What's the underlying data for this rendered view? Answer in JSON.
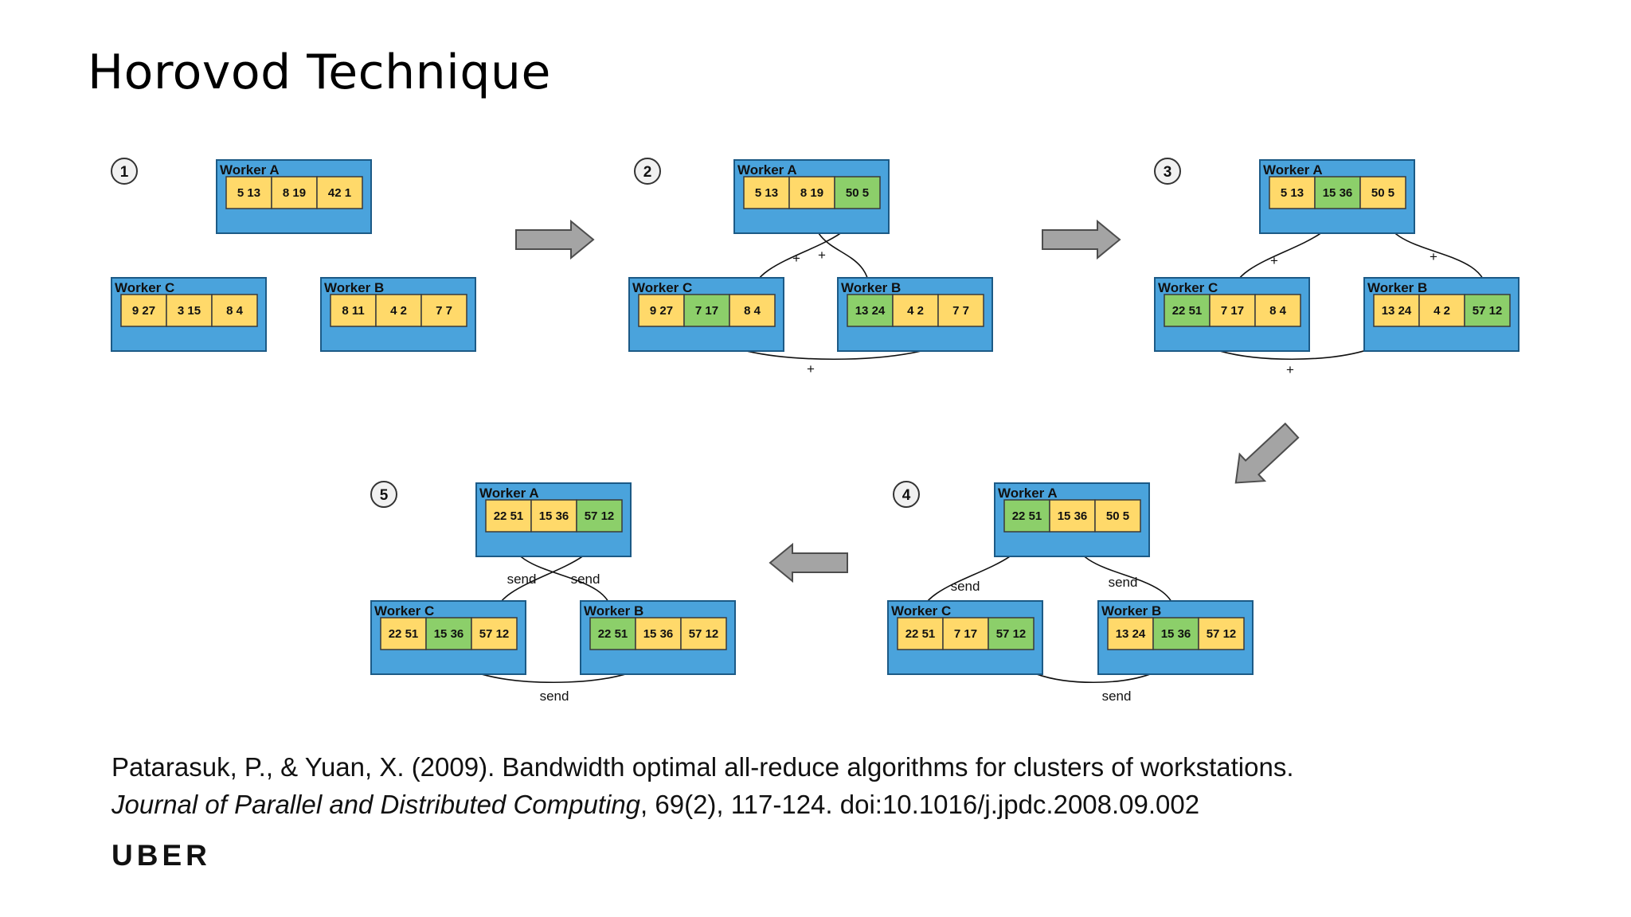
{
  "title": "Horovod Technique",
  "reference": {
    "line1": "Patarasuk, P., & Yuan, X. (2009). Bandwidth optimal all-reduce algorithms for clusters of workstations.",
    "journal": "Journal of Parallel and Distributed Computing",
    "line2_rest": ", 69(2), 117-124. doi:10.1016/j.jpdc.2008.09.002"
  },
  "brand": "UBER",
  "colors": {
    "worker_box": "#4aa3dc",
    "cell_pending": "#ffd96a",
    "cell_reduced": "#8ccf6a"
  },
  "arrow_direction_names": [
    "right-arrow",
    "right-arrow",
    "down-left-arrow",
    "left-arrow"
  ],
  "steps": [
    {
      "number": "1",
      "workers": [
        {
          "name": "Worker A",
          "cells": [
            {
              "text": "5 13",
              "state": "pending"
            },
            {
              "text": "8 19",
              "state": "pending"
            },
            {
              "text": "42 1",
              "state": "pending"
            }
          ]
        },
        {
          "name": "Worker C",
          "cells": [
            {
              "text": "9 27",
              "state": "pending"
            },
            {
              "text": "3 15",
              "state": "pending"
            },
            {
              "text": "8 4",
              "state": "pending"
            }
          ]
        },
        {
          "name": "Worker B",
          "cells": [
            {
              "text": "8 11",
              "state": "pending"
            },
            {
              "text": "4 2",
              "state": "pending"
            },
            {
              "text": "7 7",
              "state": "pending"
            }
          ]
        }
      ],
      "edge_labels": []
    },
    {
      "number": "2",
      "workers": [
        {
          "name": "Worker A",
          "cells": [
            {
              "text": "5 13",
              "state": "pending"
            },
            {
              "text": "8 19",
              "state": "pending"
            },
            {
              "text": "50 5",
              "state": "reduced"
            }
          ]
        },
        {
          "name": "Worker C",
          "cells": [
            {
              "text": "9 27",
              "state": "pending"
            },
            {
              "text": "7 17",
              "state": "reduced"
            },
            {
              "text": "8 4",
              "state": "pending"
            }
          ]
        },
        {
          "name": "Worker B",
          "cells": [
            {
              "text": "13 24",
              "state": "reduced"
            },
            {
              "text": "4 2",
              "state": "pending"
            },
            {
              "text": "7 7",
              "state": "pending"
            }
          ]
        }
      ],
      "edge_labels": [
        "+",
        "+",
        "+"
      ]
    },
    {
      "number": "3",
      "workers": [
        {
          "name": "Worker A",
          "cells": [
            {
              "text": "5 13",
              "state": "pending"
            },
            {
              "text": "15 36",
              "state": "reduced"
            },
            {
              "text": "50 5",
              "state": "pending"
            }
          ]
        },
        {
          "name": "Worker C",
          "cells": [
            {
              "text": "22 51",
              "state": "reduced"
            },
            {
              "text": "7 17",
              "state": "pending"
            },
            {
              "text": "8 4",
              "state": "pending"
            }
          ]
        },
        {
          "name": "Worker B",
          "cells": [
            {
              "text": "13 24",
              "state": "pending"
            },
            {
              "text": "4 2",
              "state": "pending"
            },
            {
              "text": "57 12",
              "state": "reduced"
            }
          ]
        }
      ],
      "edge_labels": [
        "+",
        "+",
        "+"
      ]
    },
    {
      "number": "4",
      "workers": [
        {
          "name": "Worker A",
          "cells": [
            {
              "text": "22 51",
              "state": "reduced"
            },
            {
              "text": "15 36",
              "state": "pending"
            },
            {
              "text": "50 5",
              "state": "pending"
            }
          ]
        },
        {
          "name": "Worker C",
          "cells": [
            {
              "text": "22 51",
              "state": "pending"
            },
            {
              "text": "7 17",
              "state": "pending"
            },
            {
              "text": "57 12",
              "state": "reduced"
            }
          ]
        },
        {
          "name": "Worker B",
          "cells": [
            {
              "text": "13 24",
              "state": "pending"
            },
            {
              "text": "15 36",
              "state": "reduced"
            },
            {
              "text": "57 12",
              "state": "pending"
            }
          ]
        }
      ],
      "edge_labels": [
        "send",
        "send",
        "send"
      ]
    },
    {
      "number": "5",
      "workers": [
        {
          "name": "Worker A",
          "cells": [
            {
              "text": "22 51",
              "state": "pending"
            },
            {
              "text": "15 36",
              "state": "pending"
            },
            {
              "text": "57 12",
              "state": "reduced"
            }
          ]
        },
        {
          "name": "Worker C",
          "cells": [
            {
              "text": "22 51",
              "state": "pending"
            },
            {
              "text": "15 36",
              "state": "reduced"
            },
            {
              "text": "57 12",
              "state": "pending"
            }
          ]
        },
        {
          "name": "Worker B",
          "cells": [
            {
              "text": "22 51",
              "state": "reduced"
            },
            {
              "text": "15 36",
              "state": "pending"
            },
            {
              "text": "57 12",
              "state": "pending"
            }
          ]
        }
      ],
      "edge_labels": [
        "send",
        "send",
        "send"
      ]
    }
  ]
}
